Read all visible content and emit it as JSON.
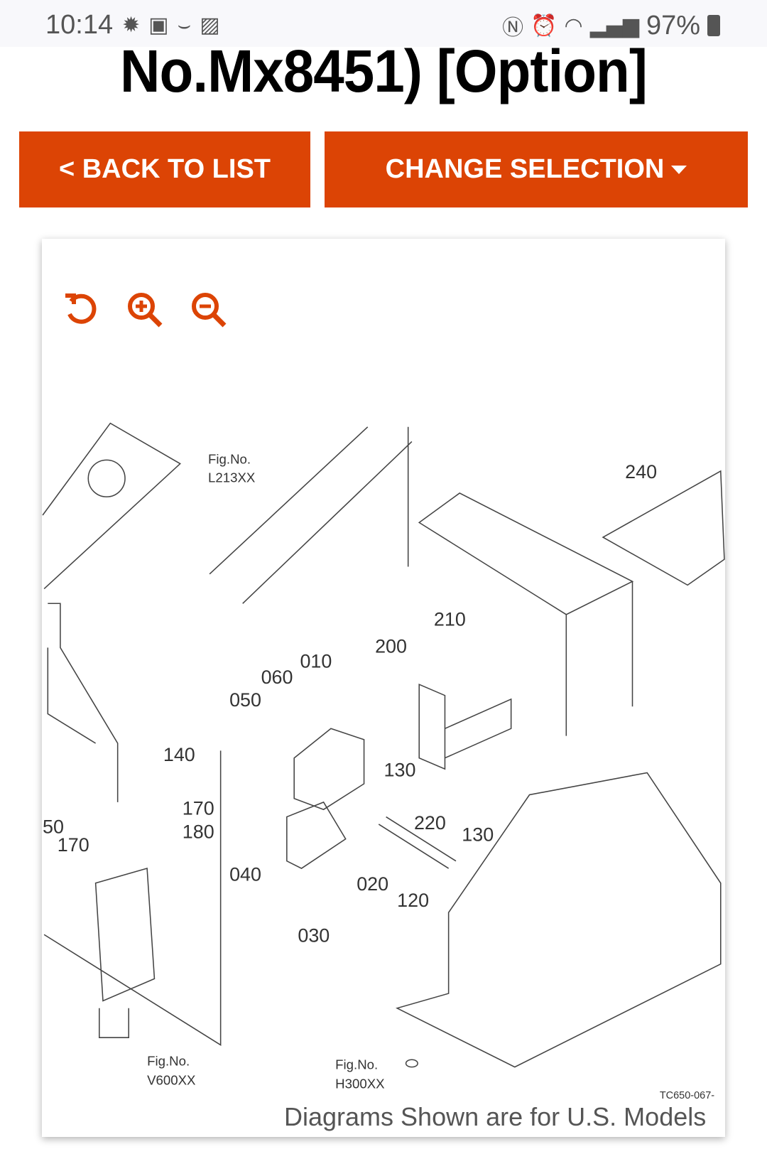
{
  "status_bar": {
    "time": "10:14",
    "battery": "97%",
    "left_icons": [
      "settings-icon",
      "outlook-icon",
      "amazon-icon",
      "gallery-icon"
    ],
    "right_icons": [
      "nfc-icon",
      "alarm-icon",
      "wifi-icon",
      "signal-icon",
      "battery-icon"
    ]
  },
  "header": {
    "title": "No.Mx8451) [Option]"
  },
  "buttons": {
    "back": "< BACK TO LIST",
    "change": "CHANGE SELECTION"
  },
  "accent": "#dc4405",
  "diagram": {
    "tools": [
      "reset-icon",
      "zoom-in-icon",
      "zoom-out-icon"
    ],
    "labels": [
      "240",
      "210",
      "200",
      "010",
      "060",
      "050",
      "140",
      "130",
      "170",
      "180",
      "50",
      "170",
      "220",
      "130",
      "040",
      "020",
      "120",
      "030"
    ],
    "figs": [
      {
        "a": "Fig.No.",
        "b": "L213XX"
      },
      {
        "a": "Fig.No.",
        "b": "V600XX"
      },
      {
        "a": "Fig.No.",
        "b": "H300XX"
      }
    ],
    "code": "TC650-067-",
    "note": "Diagrams Shown are for U.S. Models"
  }
}
